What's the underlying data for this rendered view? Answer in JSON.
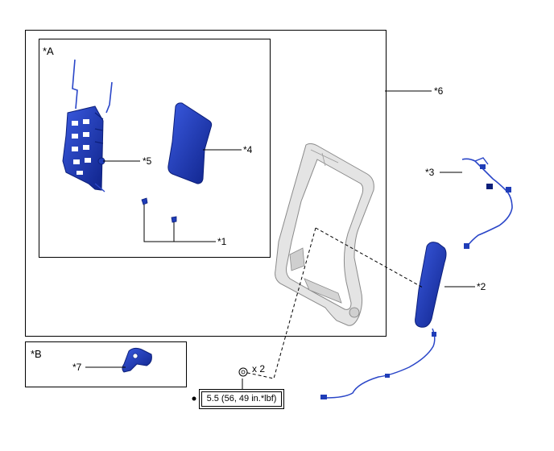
{
  "labels": {
    "box_a": "*A",
    "box_b": "*B",
    "p1": "*1",
    "p2": "*2",
    "p3": "*3",
    "p4": "*4",
    "p5": "*5",
    "p6": "*6",
    "p7": "*7"
  },
  "quantity": "x 2",
  "torque": "5.5 (56, 49 in.*lbf)",
  "colors": {
    "part_blue": "#1f3db8",
    "part_dark": "#0c1f7a",
    "frame_grey": "#d9d9d9",
    "line": "#000000"
  }
}
